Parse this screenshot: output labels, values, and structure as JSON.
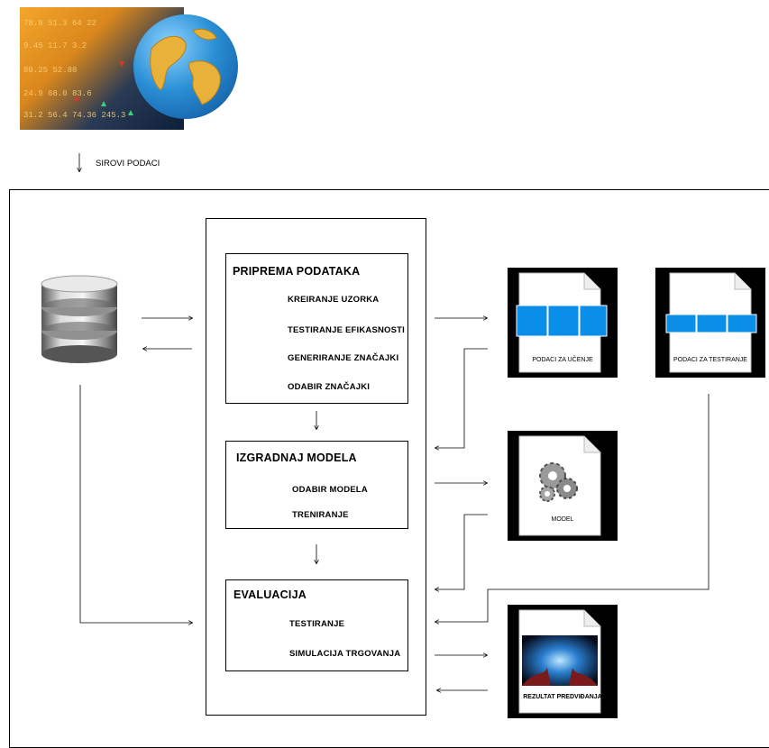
{
  "top": {
    "raw_data_label": "SIROVI PODACI"
  },
  "stages": {
    "prep": {
      "title": "PRIPREMA PODATAKA",
      "items": [
        "KREIRANJE UZORKA",
        "TESTIRANJE EFIKASNOSTI",
        "GENERIRANJE ZNAČAJKI",
        "ODABIR ZNAČAJKI"
      ]
    },
    "build": {
      "title": "IZGRADNAJ MODELA",
      "items": [
        "ODABIR MODELA",
        "TRENIRANJE"
      ]
    },
    "eval": {
      "title": "EVALUACIJA",
      "items": [
        "TESTIRANJE",
        "SIMULACIJA TRGOVANJA"
      ]
    }
  },
  "documents": {
    "train": "PODACI ZA UČENJE",
    "test": "PODACI ZA TESTIRANJE",
    "model": "MODEL",
    "result": "REZULTAT PREDVIĐANJA"
  },
  "colors": {
    "accent_blue": "#0a8ee8",
    "stroke": "#000000"
  }
}
